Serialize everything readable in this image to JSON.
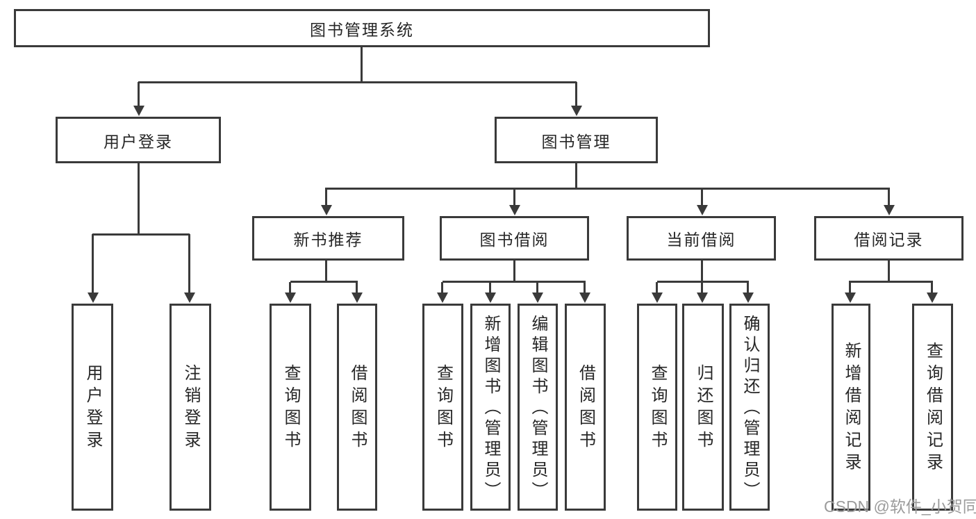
{
  "diagram": {
    "title": "图书管理系统",
    "root": {
      "label": "图书管理系统"
    },
    "level2": [
      {
        "label": "用户登录"
      },
      {
        "label": "图书管理"
      }
    ],
    "level3": [
      {
        "label": "新书推荐"
      },
      {
        "label": "图书借阅"
      },
      {
        "label": "当前借阅"
      },
      {
        "label": "借阅记录"
      }
    ],
    "leaves": {
      "user_login": [
        {
          "label": "用户登录"
        },
        {
          "label": "注销登录"
        }
      ],
      "new_book": [
        {
          "label": "查询图书"
        },
        {
          "label": "借阅图书"
        }
      ],
      "borrow": [
        {
          "label": "查询图书"
        },
        {
          "label": "新增图书（管理员）"
        },
        {
          "label": "编辑图书（管理员）"
        },
        {
          "label": "借阅图书"
        }
      ],
      "current": [
        {
          "label": "查询图书"
        },
        {
          "label": "归还图书"
        },
        {
          "label": "确认归还（管理员）"
        }
      ],
      "records": [
        {
          "label": "新增借阅记录"
        },
        {
          "label": "查询借阅记录"
        }
      ]
    }
  },
  "watermark": {
    "text": "CSDN @软件_小贺同学"
  },
  "colors": {
    "line": "#3a3a3a",
    "text": "#262626",
    "background": "#ffffff",
    "watermark": "#9b9b9b"
  }
}
